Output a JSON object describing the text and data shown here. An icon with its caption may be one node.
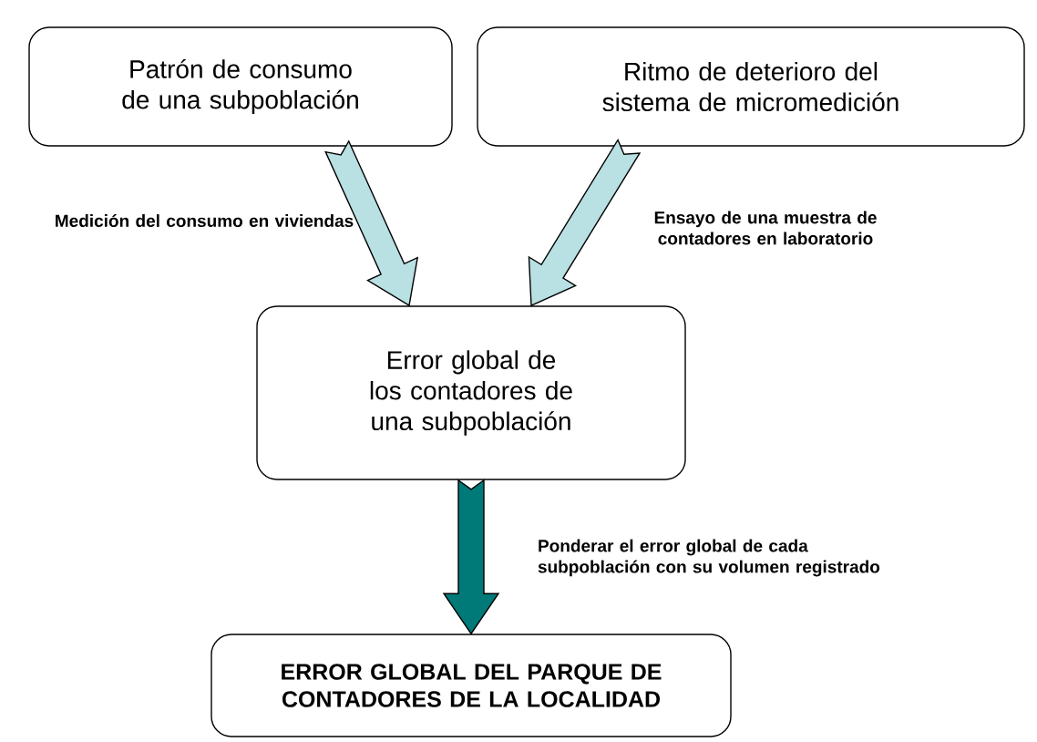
{
  "diagram": {
    "nodes": [
      {
        "text": [
          "Patrón de consumo de una subpoblación"
        ]
      },
      {
        "text": [
          "Ritmo de deterioro del sistema de micromedición"
        ]
      },
      {
        "text": [
          "Error global de los contadores de una subpoblación"
        ]
      },
      {
        "text": [
          "ERROR GLOBAL DEL PARQUE DE CONTADORES DE LA LOCALIDAD"
        ]
      }
    ],
    "edges": [
      {
        "from": 0,
        "to": 2,
        "arrow": "to",
        "label": "Medición del consumo en viviendas"
      },
      {
        "from": 1,
        "to": 2,
        "arrow": "to",
        "label": "Ensayo de una muestra de contadores en laboratorio"
      },
      {
        "from": 2,
        "to": 3,
        "arrow": "to",
        "label": "Ponderar el error global de cada subpoblación con su volumen registrado",
        "color": "#007a78"
      }
    ]
  }
}
